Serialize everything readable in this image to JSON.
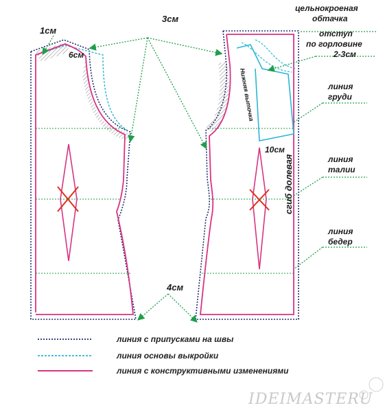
{
  "labels": {
    "m1": "1см",
    "m6": "6см",
    "m3": "3см",
    "m10": "10см",
    "m4": "4см",
    "facing": "цельнокроеная обтачка",
    "neck_offset": "отступ по горловине 2-3см",
    "bust": "линия груди",
    "waist": "линия талии",
    "hips": "линия бедер",
    "fold": "сгиб долевая",
    "grain": "Нижняя выточка"
  },
  "legend": [
    {
      "text": "линия с припусками на швы",
      "color": "#1f2a6b",
      "style": "dotted-dark"
    },
    {
      "text": "линия основы выкройки",
      "color": "#29b6d6",
      "style": "dotted-cyan"
    },
    {
      "text": "линия с конструктивными изменениями",
      "color": "#d63384",
      "style": "solid-pink"
    }
  ],
  "colors": {
    "pink": "#d63384",
    "cyan": "#29b6d6",
    "green": "#1f9e4a",
    "dark": "#1f2a6b",
    "red": "#e0301e",
    "blue_label": "#1a5fa8"
  },
  "watermark": "IDEIMASTERU"
}
